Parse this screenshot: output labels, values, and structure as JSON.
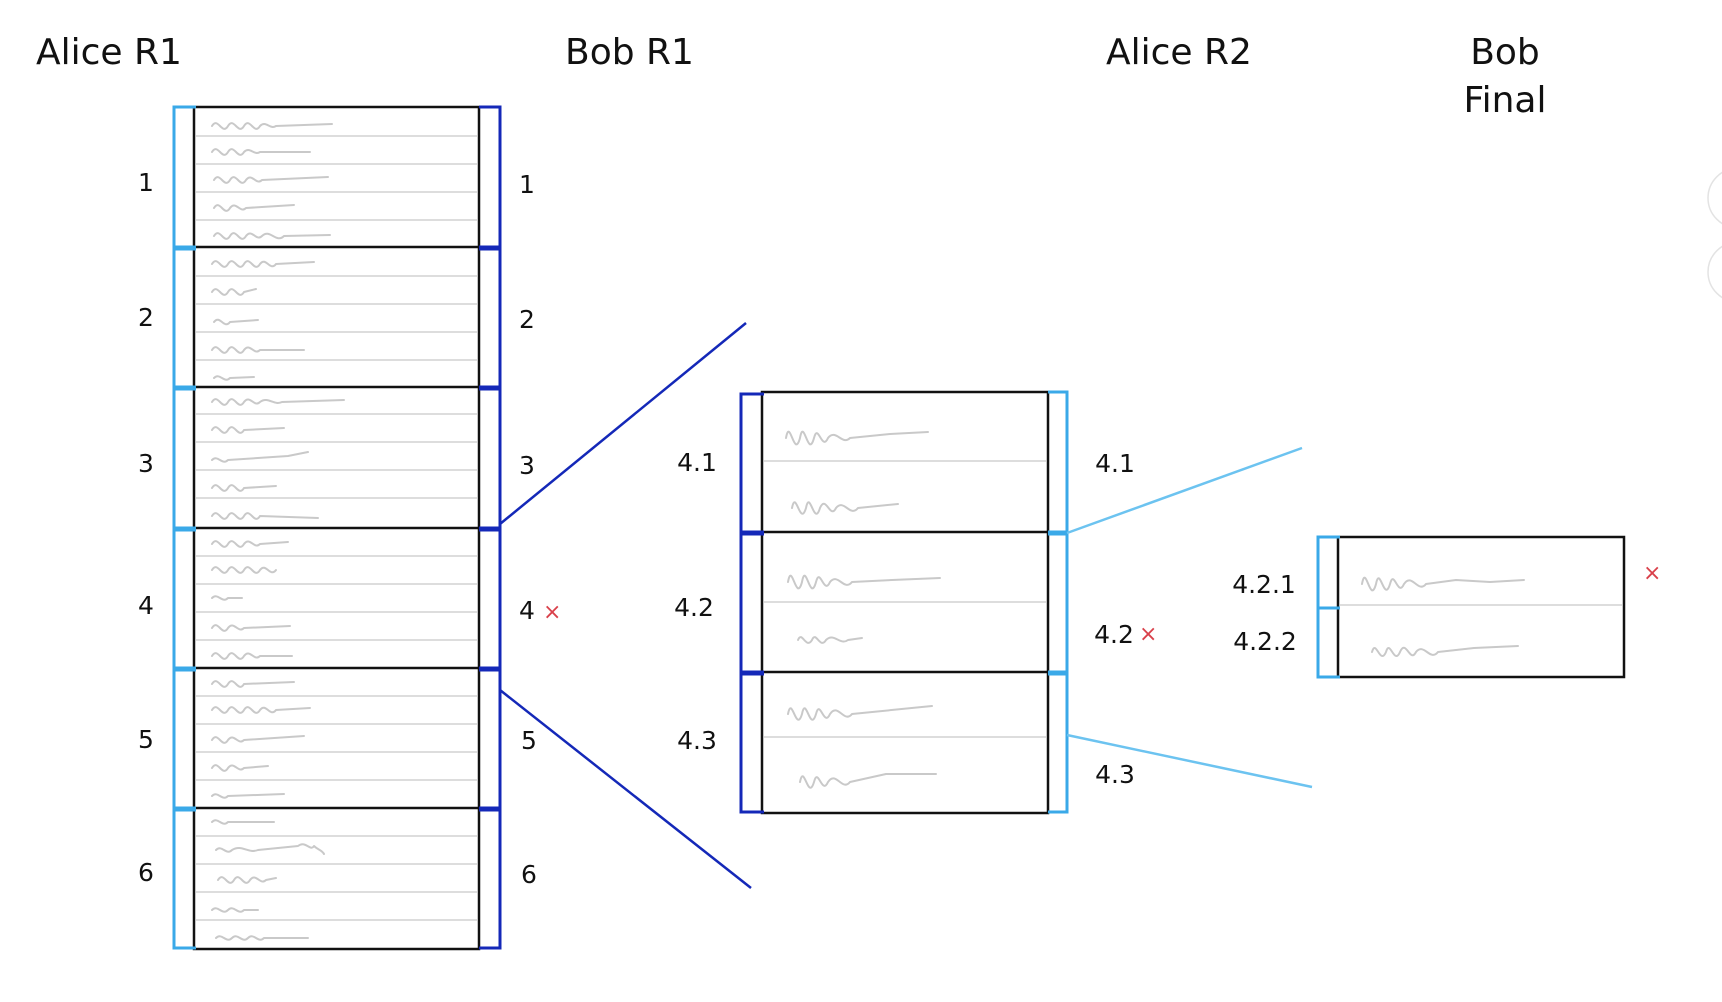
{
  "columns": {
    "alice_r1": "Alice R1",
    "bob_r1": "Bob R1",
    "alice_r2": "Alice R2",
    "bob_final_line1": "Bob",
    "bob_final_line2": "Final"
  },
  "colors": {
    "alice_bracket": "#3aa9e8",
    "bob_bracket": "#1428b8",
    "alice_zoom_line": "#6cc3f0",
    "bob_zoom_line": "#1428b8",
    "reject_mark": "#d9414b",
    "doc_border": "#111111"
  },
  "round1": {
    "alice_labels": [
      "1",
      "2",
      "3",
      "4",
      "5",
      "6"
    ],
    "bob_labels": [
      "1",
      "2",
      "3",
      "4",
      "5",
      "6"
    ],
    "rejected_label": "4"
  },
  "round2": {
    "alice_labels": [
      "4.1",
      "4.2",
      "4.3"
    ],
    "bob_labels": [
      "4.1",
      "4.2",
      "4.3"
    ],
    "rejected_label": "4.2"
  },
  "final": {
    "labels": [
      "4.2.1",
      "4.2.2"
    ]
  },
  "marks": {
    "reject": "×"
  }
}
